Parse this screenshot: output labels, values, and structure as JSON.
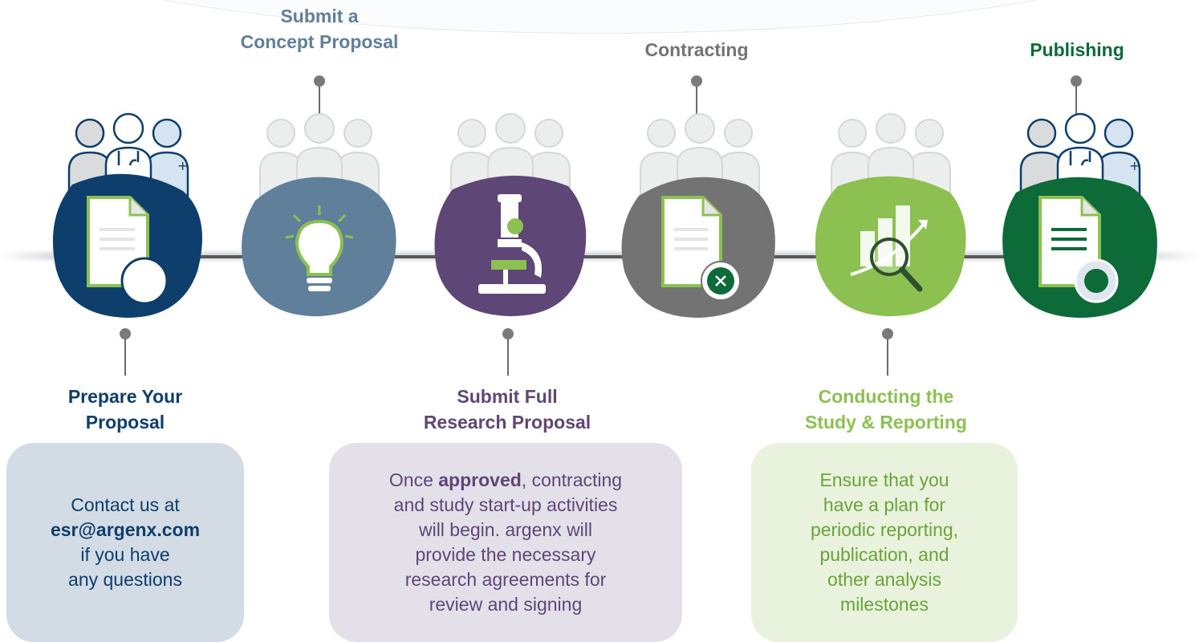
{
  "steps": [
    {
      "label_lines": [
        "Prepare Your",
        "Proposal"
      ],
      "color": "#0d3e6c",
      "icon": "document-magnifier-icon"
    },
    {
      "label_lines": [
        "Submit a",
        "Concept Proposal"
      ],
      "color": "#5f7f9a",
      "icon": "lightbulb-icon"
    },
    {
      "label_lines": [
        "Submit Full",
        "Research Proposal"
      ],
      "color": "#5e4677",
      "icon": "microscope-icon"
    },
    {
      "label_lines": [
        "Contracting"
      ],
      "color": "#737373",
      "icon": "document-cancel-icon"
    },
    {
      "label_lines": [
        "Conducting the",
        "Study & Reporting"
      ],
      "color": "#8cc152",
      "icon": "chart-magnifier-icon"
    },
    {
      "label_lines": [
        "Publishing"
      ],
      "color": "#0d6b3a",
      "icon": "document-magnifier-icon"
    }
  ],
  "cards": {
    "prepare": {
      "line1": "Contact us at",
      "email": "esr@argenx.com",
      "line3": "if you have",
      "line4": "any questions",
      "bg": "#d3dbe5",
      "text_color": "#0d3e6c"
    },
    "full_proposal": {
      "line1_pre": "Once ",
      "line1_bold": "approved",
      "line1_post": ", contracting",
      "line2": "and study start-up activities",
      "line3": "will begin. argenx will",
      "line4": "provide the necessary",
      "line5": "research agreements for",
      "line6": "review and signing",
      "bg": "#e4e0ea",
      "text_color": "#5e4677"
    },
    "conducting": {
      "line1": "Ensure that you",
      "line2": "have a plan for",
      "line3": "periodic reporting,",
      "line4": "publication, and",
      "line5": "other analysis",
      "line6": "milestones",
      "bg": "#e8f2dc",
      "text_color": "#6aa33a"
    }
  }
}
